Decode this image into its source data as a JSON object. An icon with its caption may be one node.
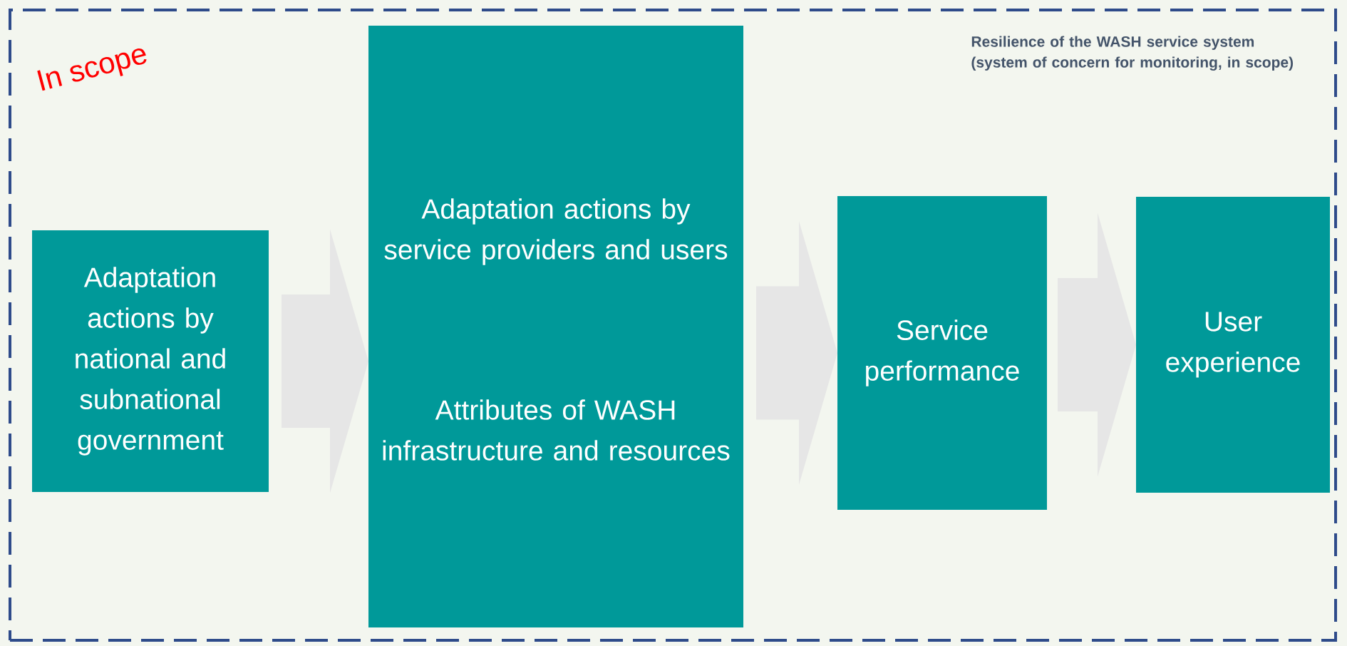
{
  "diagram": {
    "nodes": [
      {
        "text": [
          "Resilience of the WASH service system (system of concern for monitoring, in scope)"
        ]
      },
      {
        "text": [
          "Adaptation actions by national and subnational government"
        ],
        "in": 0
      },
      {
        "text": [
          "Adaptation actions by service providers and users",
          "Attributes of WASH infrastructure and resources"
        ],
        "in": 0
      },
      {
        "text": [
          "Service performance"
        ],
        "in": 0
      },
      {
        "text": [
          "User experience"
        ],
        "in": 0
      }
    ],
    "edges": [
      {
        "from": 1,
        "to": 2,
        "arrow": "to"
      },
      {
        "from": 2,
        "to": 3,
        "arrow": "to"
      },
      {
        "from": 3,
        "to": 4,
        "arrow": "to"
      }
    ],
    "labels": [
      "In scope"
    ]
  }
}
